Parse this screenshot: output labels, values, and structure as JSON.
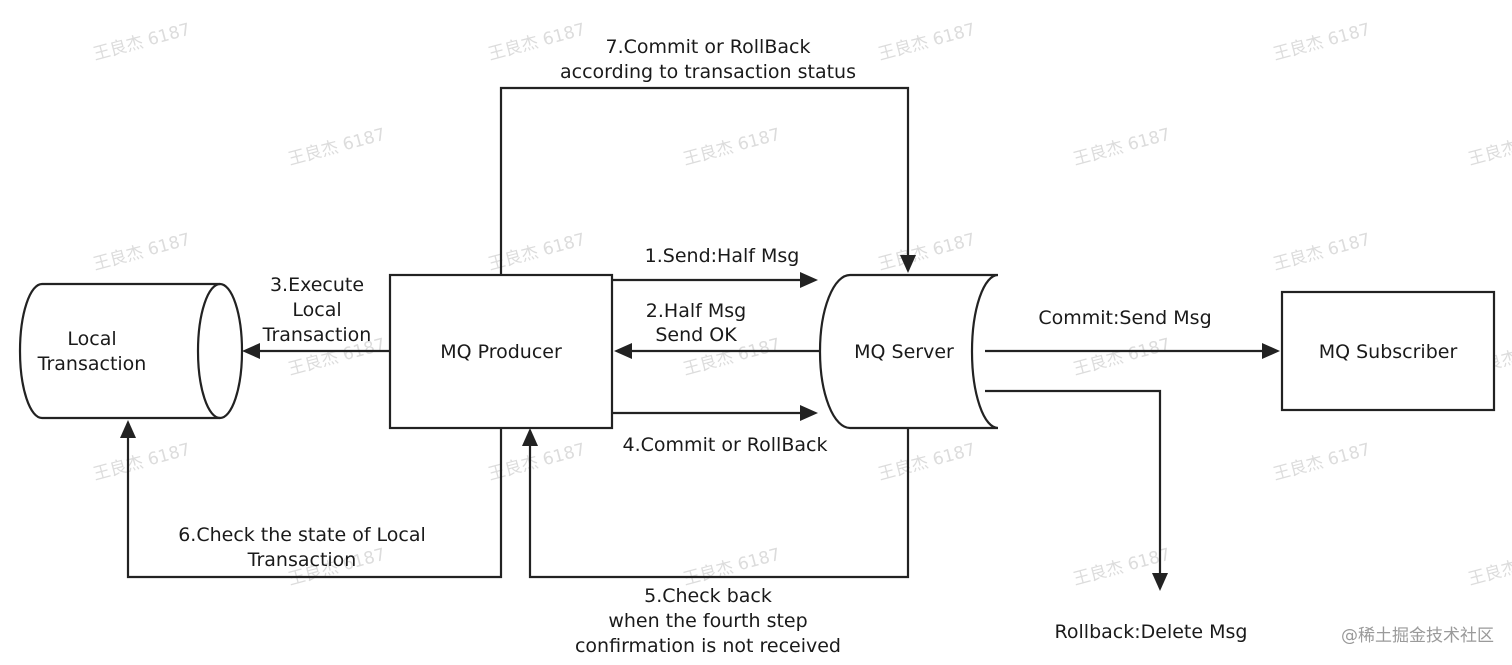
{
  "nodes": {
    "local_transaction": {
      "lines": [
        "Local",
        "Transaction"
      ]
    },
    "mq_producer": {
      "label": "MQ Producer"
    },
    "mq_server": {
      "label": "MQ Server"
    },
    "mq_subscriber": {
      "label": "MQ Subscriber"
    }
  },
  "edges": {
    "send_half": {
      "lines": [
        "1.Send:Half Msg"
      ]
    },
    "half_ok": {
      "lines": [
        "2.Half Msg",
        "Send OK"
      ]
    },
    "execute_local": {
      "lines": [
        "3.Execute",
        "Local",
        "Transaction"
      ]
    },
    "commit_rollback": {
      "lines": [
        "4.Commit or RollBack"
      ]
    },
    "check_back": {
      "lines": [
        "5.Check back",
        "when the fourth step",
        "confirmation is not received"
      ]
    },
    "check_state": {
      "lines": [
        "6.Check the state of Local",
        "Transaction"
      ]
    },
    "commit_by_status": {
      "lines": [
        "7.Commit or RollBack",
        "according to transaction status"
      ]
    },
    "commit_send": {
      "lines": [
        "Commit:Send Msg"
      ]
    },
    "rollback_delete": {
      "lines": [
        "Rollback:Delete Msg"
      ]
    }
  },
  "watermark": {
    "text": "王良杰 6187"
  },
  "source_tag": {
    "text": "@稀土掘金技术社区"
  }
}
